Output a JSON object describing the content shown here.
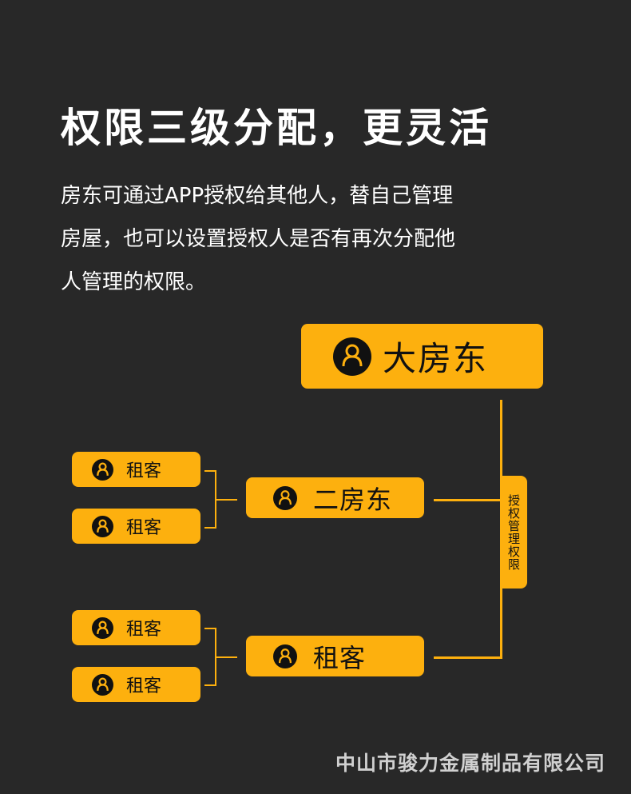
{
  "title": "权限三级分配，更灵活",
  "description": {
    "lines": [
      "房东可通过APP授权给其他人，替自己管理",
      "房屋，也可以设置授权人是否有再次分配他",
      "人管理的权限。"
    ]
  },
  "diagram": {
    "top_node": {
      "label": "大房东",
      "icon": "user-icon"
    },
    "branch_label": "授权管理权限",
    "mid_nodes": [
      {
        "label": "二房东",
        "icon": "user-icon"
      },
      {
        "label": "租客",
        "icon": "user-icon"
      }
    ],
    "leaf_nodes": [
      {
        "label": "租客",
        "icon": "user-icon"
      },
      {
        "label": "租客",
        "icon": "user-icon"
      },
      {
        "label": "租客",
        "icon": "user-icon"
      },
      {
        "label": "租客",
        "icon": "user-icon"
      }
    ],
    "colors": {
      "accent": "#FDB00E",
      "background": "#282828",
      "icon_bg": "#111111"
    }
  },
  "footer": {
    "company": "中山市骏力金属制品有限公司"
  }
}
